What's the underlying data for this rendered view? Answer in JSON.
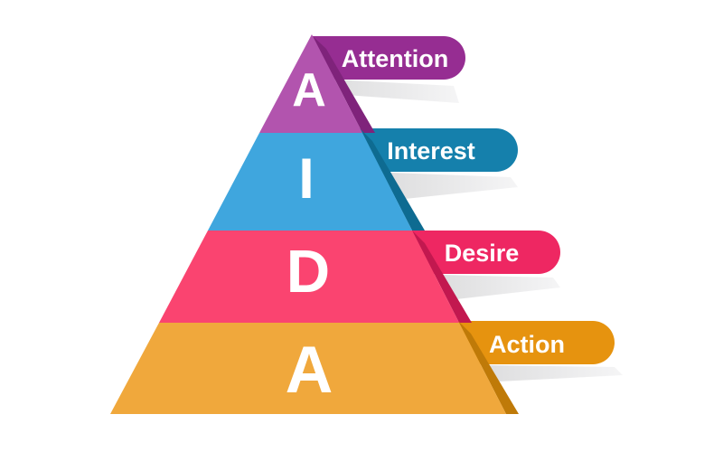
{
  "funnel": {
    "levels": [
      {
        "letter": "A",
        "label": "Attention",
        "band_color": "#b254ae",
        "ribbon_color": "#962d92",
        "fold_color": "#7f237b"
      },
      {
        "letter": "I",
        "label": "Interest",
        "band_color": "#3fa6de",
        "ribbon_color": "#1580ac",
        "fold_color": "#0e6b91"
      },
      {
        "letter": "D",
        "label": "Desire",
        "band_color": "#fa4470",
        "ribbon_color": "#ee2762",
        "fold_color": "#c2184f"
      },
      {
        "letter": "A",
        "label": "Action",
        "band_color": "#f0a83c",
        "ribbon_color": "#e6930f",
        "fold_color": "#bf7a08"
      }
    ],
    "shadow_color": "#dededf",
    "background_color": "#ffffff",
    "text_color": "#ffffff"
  }
}
